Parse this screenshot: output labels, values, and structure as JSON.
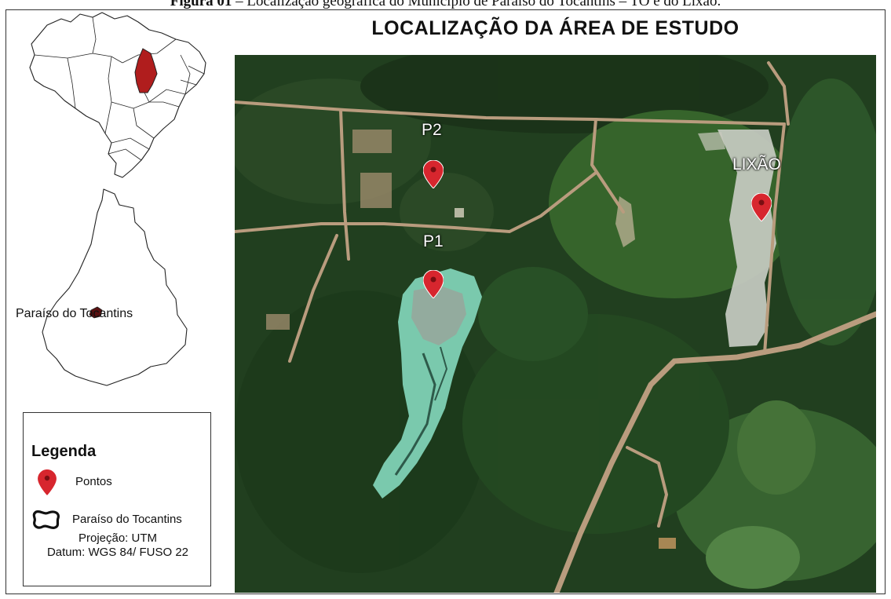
{
  "caption": {
    "prefix": "Figura 01",
    "text": " – Localização geográfica do Município de Paraíso do Tocantins – TO e do Lixão."
  },
  "map": {
    "title": "LOCALIZAÇÃO DA ÁREA DE ESTUDO",
    "markers": [
      {
        "label": "P2"
      },
      {
        "label": "P1"
      },
      {
        "label": "LIXÃO"
      }
    ],
    "colors": {
      "marker": "#d7262e",
      "lagoon": "#7fd1b5",
      "forest": "#1e3a1c",
      "road": "#b99c7e",
      "dump": "#c7cbc2"
    }
  },
  "inset": {
    "place_label": "Paraíso do Tocantins",
    "highlight_color": "#b01d1d"
  },
  "legend": {
    "title": "Legenda",
    "items": [
      {
        "icon": "map-pin-icon",
        "label": "Pontos"
      },
      {
        "icon": "boundary-outline-icon",
        "label": "Paraíso do Tocantins"
      }
    ],
    "projection": "Projeção: UTM",
    "datum": "Datum: WGS 84/ FUSO 22"
  }
}
